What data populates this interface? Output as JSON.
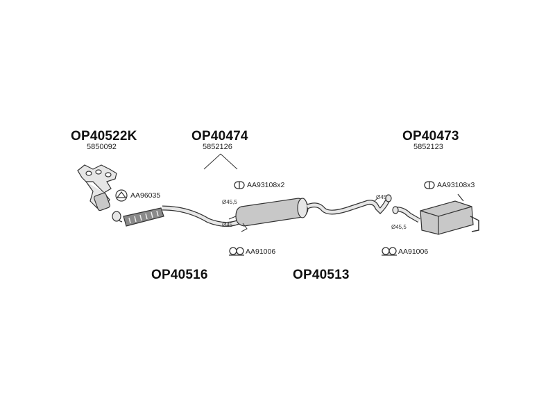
{
  "parts": {
    "manifold": {
      "code": "OP40522K",
      "number": "5850092"
    },
    "front_pipe": {
      "code": "OP40474",
      "number": "5852126"
    },
    "rear_muffler": {
      "code": "OP40473",
      "number": "5852123"
    },
    "down_pipe": {
      "code": "OP40516"
    },
    "middle_section": {
      "code": "OP40513"
    }
  },
  "accessories": {
    "gasket": "AA96035",
    "clamp_middle": "AA93108x2",
    "clamp_rear": "AA93108x3",
    "hanger_middle": "AA91006",
    "hanger_rear": "AA91006"
  },
  "dimensions": {
    "d1": "Ø45,5",
    "d2": "Ø45",
    "d3": "Ø45",
    "d4": "Ø45,5"
  },
  "colors": {
    "line": "#333333",
    "fill_light": "#e6e6e6",
    "fill_mid": "#c8c8c8",
    "fill_dark": "#8a8a8a"
  }
}
